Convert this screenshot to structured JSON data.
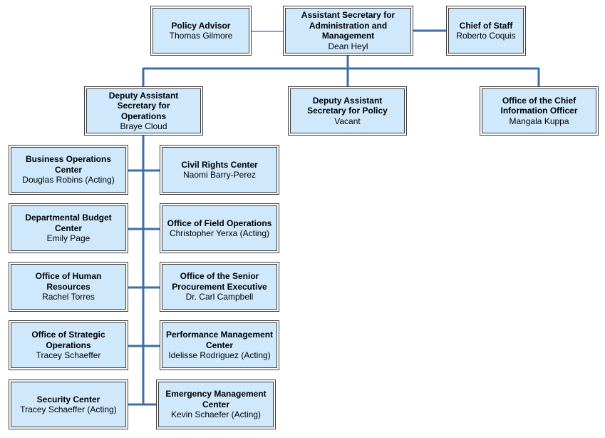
{
  "org": {
    "policy_advisor": {
      "title": "Policy Advisor",
      "name": "Thomas Gilmore"
    },
    "assistant_secretary": {
      "title": "Assistant Secretary for Administration and Management",
      "name": "Dean Heyl"
    },
    "chief_of_staff": {
      "title": "Chief of Staff",
      "name": "Roberto Coquis"
    },
    "das_operations": {
      "title": "Deputy Assistant Secretary for Operations",
      "name": "Braye Cloud"
    },
    "das_policy": {
      "title": "Deputy Assistant Secretary for Policy",
      "name": "Vacant"
    },
    "cio": {
      "title": "Office of the Chief Information Officer",
      "name": "Mangala Kuppa"
    },
    "business_operations": {
      "title": "Business Operations Center",
      "name": "Douglas Robins (Acting)"
    },
    "civil_rights": {
      "title": "Civil Rights Center",
      "name": "Naomi Barry-Perez"
    },
    "budget_center": {
      "title": "Departmental Budget Center",
      "name": "Emily Page"
    },
    "field_operations": {
      "title": "Office of Field Operations",
      "name": "Christopher Yerxa (Acting)"
    },
    "human_resources": {
      "title": "Office of Human Resources",
      "name": "Rachel Torres"
    },
    "procurement": {
      "title": "Office of the Senior Procurement Executive",
      "name": "Dr. Carl Campbell"
    },
    "strategic_operations": {
      "title": "Office of Strategic Operations",
      "name": "Tracey Schaeffer"
    },
    "performance_management": {
      "title": "Performance Management Center",
      "name": "Idelisse Rodriguez (Acting)"
    },
    "security_center": {
      "title": "Security Center",
      "name": "Tracey Schaeffer (Acting)"
    },
    "emergency_management": {
      "title": "Emergency Management Center",
      "name": "Kevin Schaefer (Acting)"
    }
  },
  "colors": {
    "box_fill": "#cfe8fb",
    "connector": "#3d6ea8",
    "border": "#3b3b3b"
  }
}
